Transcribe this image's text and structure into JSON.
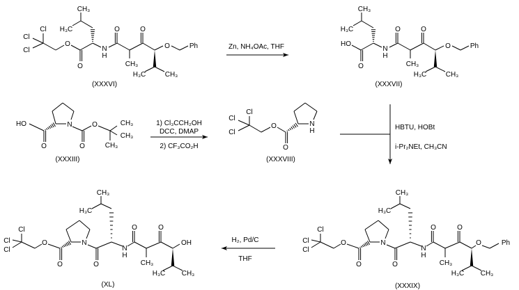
{
  "atoms": {
    "Cl": "Cl",
    "O": "O",
    "N": "N",
    "H": "H",
    "HO": "HO",
    "OH": "OH",
    "CH3": "CH₃",
    "H3C": "H₃C",
    "Ph": "Ph"
  },
  "compounds": {
    "c36": "(XXXVI)",
    "c37": "(XXXVII)",
    "c33": "(XXXIII)",
    "c38": "(XXXVIII)",
    "c39": "(XXXIX)",
    "c40": "(XL)"
  },
  "reactions": {
    "r1": "Zn, NH₄OAc, THF",
    "r2_line1": "1) Cl₃CCH₂OH",
    "r2_line2": "DCC, DMAP",
    "r2_line3": "2) CF₃CO₂H",
    "r3_line1": "HBTU, HOBt",
    "r3_line2": "i-Pr₂NEt, CH₃CN",
    "r4_line1": "H₂, Pd/C",
    "r4_line2": "THF"
  }
}
